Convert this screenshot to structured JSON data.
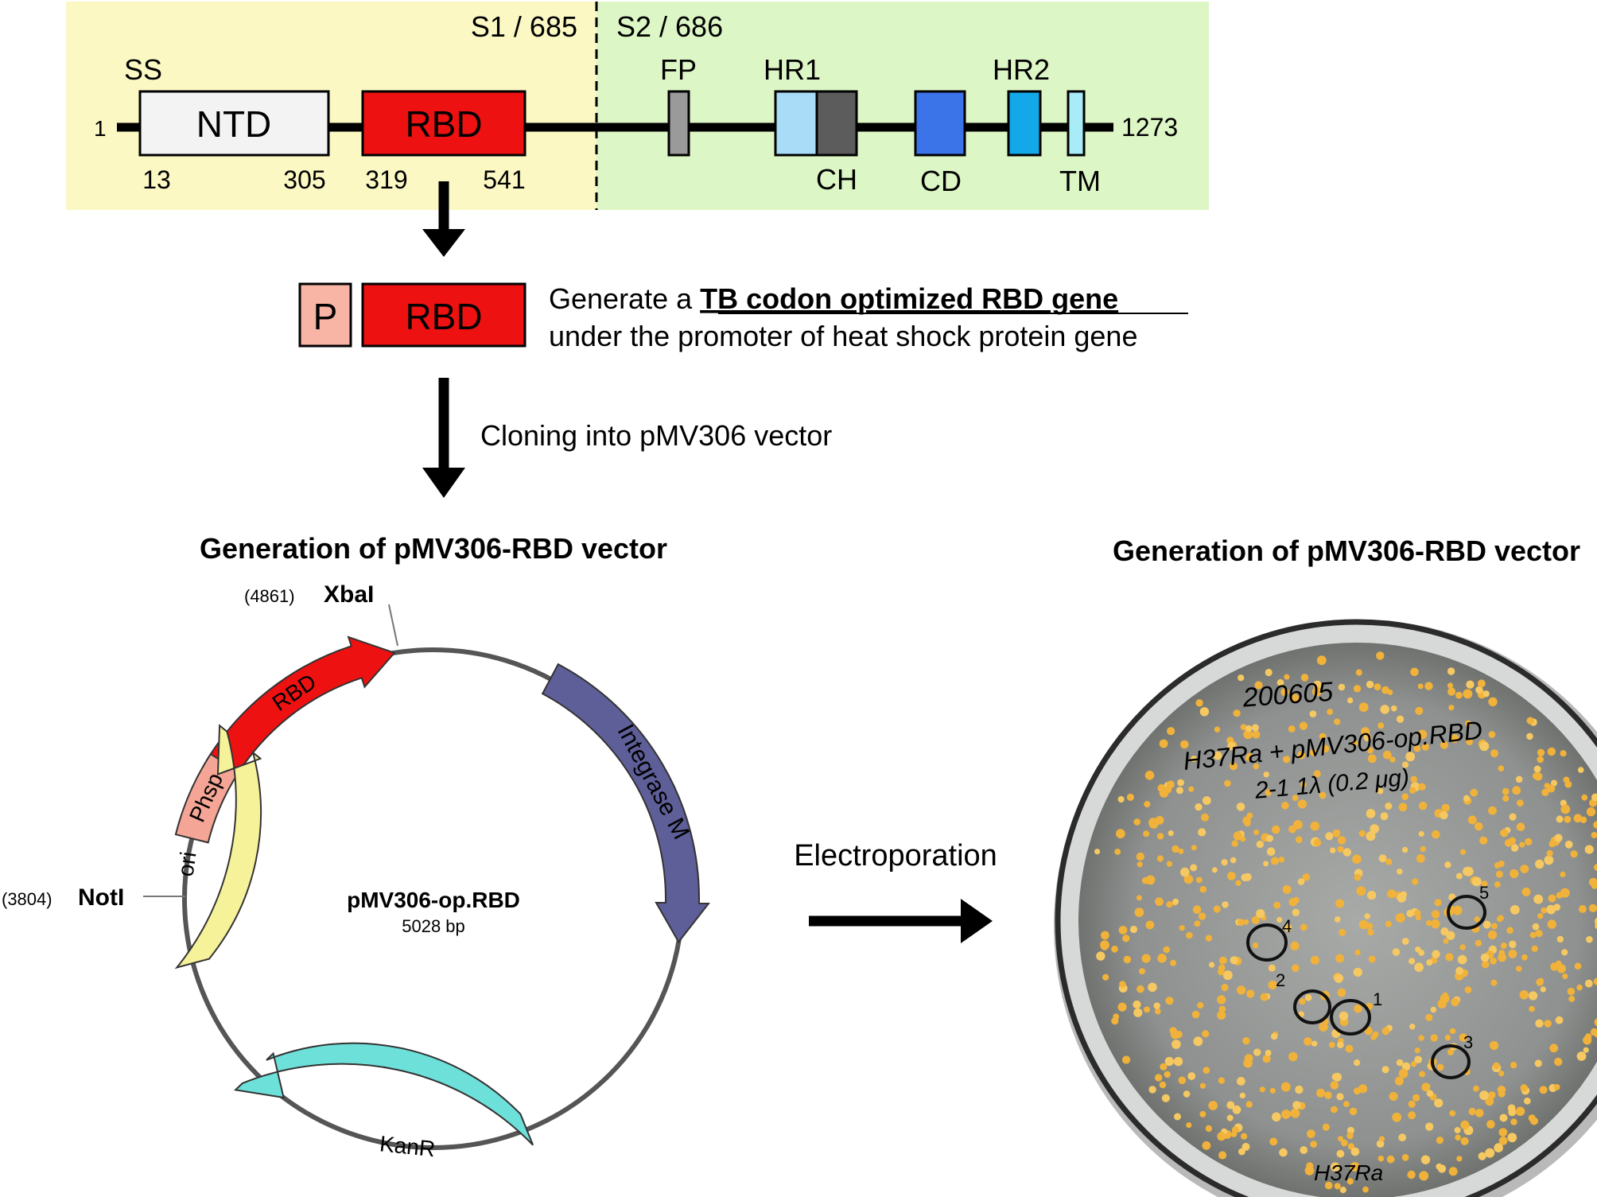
{
  "domain_map": {
    "ss_label": "SS",
    "start_pos": "1",
    "end_pos": "1273",
    "s1_label": "S1 / 685",
    "s2_label": "S2 / 686",
    "ntd": {
      "label": "NTD",
      "start": "13",
      "end": "305"
    },
    "rbd": {
      "label": "RBD",
      "start": "319",
      "end": "541"
    },
    "fp_label": "FP",
    "hr1_label": "HR1",
    "ch_label": "CH",
    "cd_label": "CD",
    "hr2_label": "HR2",
    "tm_label": "TM",
    "colors": {
      "s1_bg": "#FBF8C4",
      "s2_bg": "#DDF6C6",
      "ntd": "#F3F3F3",
      "rbd": "#EE1111",
      "fp": "#9A9A9A",
      "hr1": "#A8DCF7",
      "ch": "#5C5C5C",
      "cd": "#3B74E8",
      "hr2": "#13A9E8",
      "tm": "#A8ECF8"
    }
  },
  "construct": {
    "promoter_label": "P",
    "rbd_label": "RBD",
    "desc_prefix": "Generate a ",
    "desc_emphasis": "TB codon optimized RBD gene",
    "desc_line2": "under the promoter of heat shock protein gene",
    "promoter_color": "#F8B4A4"
  },
  "cloning_label": "Cloning into pMV306 vector",
  "plasmid": {
    "section_title": "Generation of pMV306-RBD vector",
    "name": "pMV306-op.RBD",
    "size": "5028 bp",
    "xbai_pos": "(4861)",
    "xbai_label": "XbaI",
    "noti_pos": "(3804)",
    "noti_label": "NotI",
    "features": [
      {
        "label": "RBD",
        "color": "#EE1111"
      },
      {
        "label": "Phsp",
        "color": "#F5A596"
      },
      {
        "label": "Integrase M",
        "color": "#5E5E98"
      },
      {
        "label": "KanR",
        "color": "#6EE0DA"
      },
      {
        "label": "ori",
        "color": "#F6F29A"
      }
    ]
  },
  "electroporation_label": "Electroporation",
  "plate": {
    "section_title": "Generation of pMV306-RBD vector",
    "handwriting": [
      "200605",
      "H37Ra + pMV306-op.RBD",
      "2-1   1λ (0.2 μg)",
      "H37Ra"
    ],
    "marks": [
      "4",
      "5",
      "2",
      "1",
      "3"
    ]
  }
}
